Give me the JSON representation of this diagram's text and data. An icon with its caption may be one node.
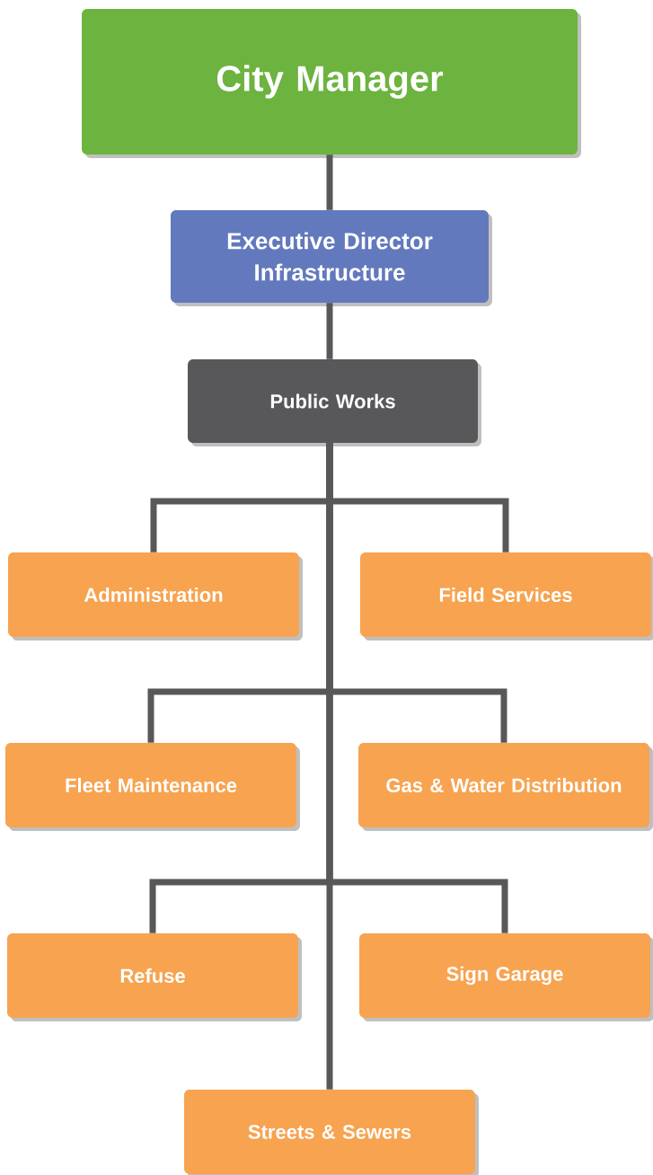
{
  "diagram": {
    "nodes": [
      {
        "text": [
          "City Manager"
        ]
      },
      {
        "text": [
          "Executive Director Infrastructure"
        ]
      },
      {
        "text": [
          "Public Works"
        ]
      },
      {
        "text": [
          "Administration"
        ]
      },
      {
        "text": [
          "Field Services"
        ]
      },
      {
        "text": [
          "Fleet Maintenance"
        ]
      },
      {
        "text": [
          "Gas & Water Distribution"
        ]
      },
      {
        "text": [
          "Refuse"
        ]
      },
      {
        "text": [
          "Sign Garage"
        ]
      },
      {
        "text": [
          "Streets & Sewers"
        ]
      }
    ],
    "edges": [
      {
        "from": 0,
        "to": 1,
        "arrow": "none"
      },
      {
        "from": 1,
        "to": 2,
        "arrow": "none"
      },
      {
        "from": 2,
        "to": 3,
        "arrow": "none"
      },
      {
        "from": 2,
        "to": 4,
        "arrow": "none"
      },
      {
        "from": 2,
        "to": 5,
        "arrow": "none"
      },
      {
        "from": 2,
        "to": 6,
        "arrow": "none"
      },
      {
        "from": 2,
        "to": 7,
        "arrow": "none"
      },
      {
        "from": 2,
        "to": 8,
        "arrow": "none"
      },
      {
        "from": 2,
        "to": 9,
        "arrow": "none"
      }
    ]
  }
}
